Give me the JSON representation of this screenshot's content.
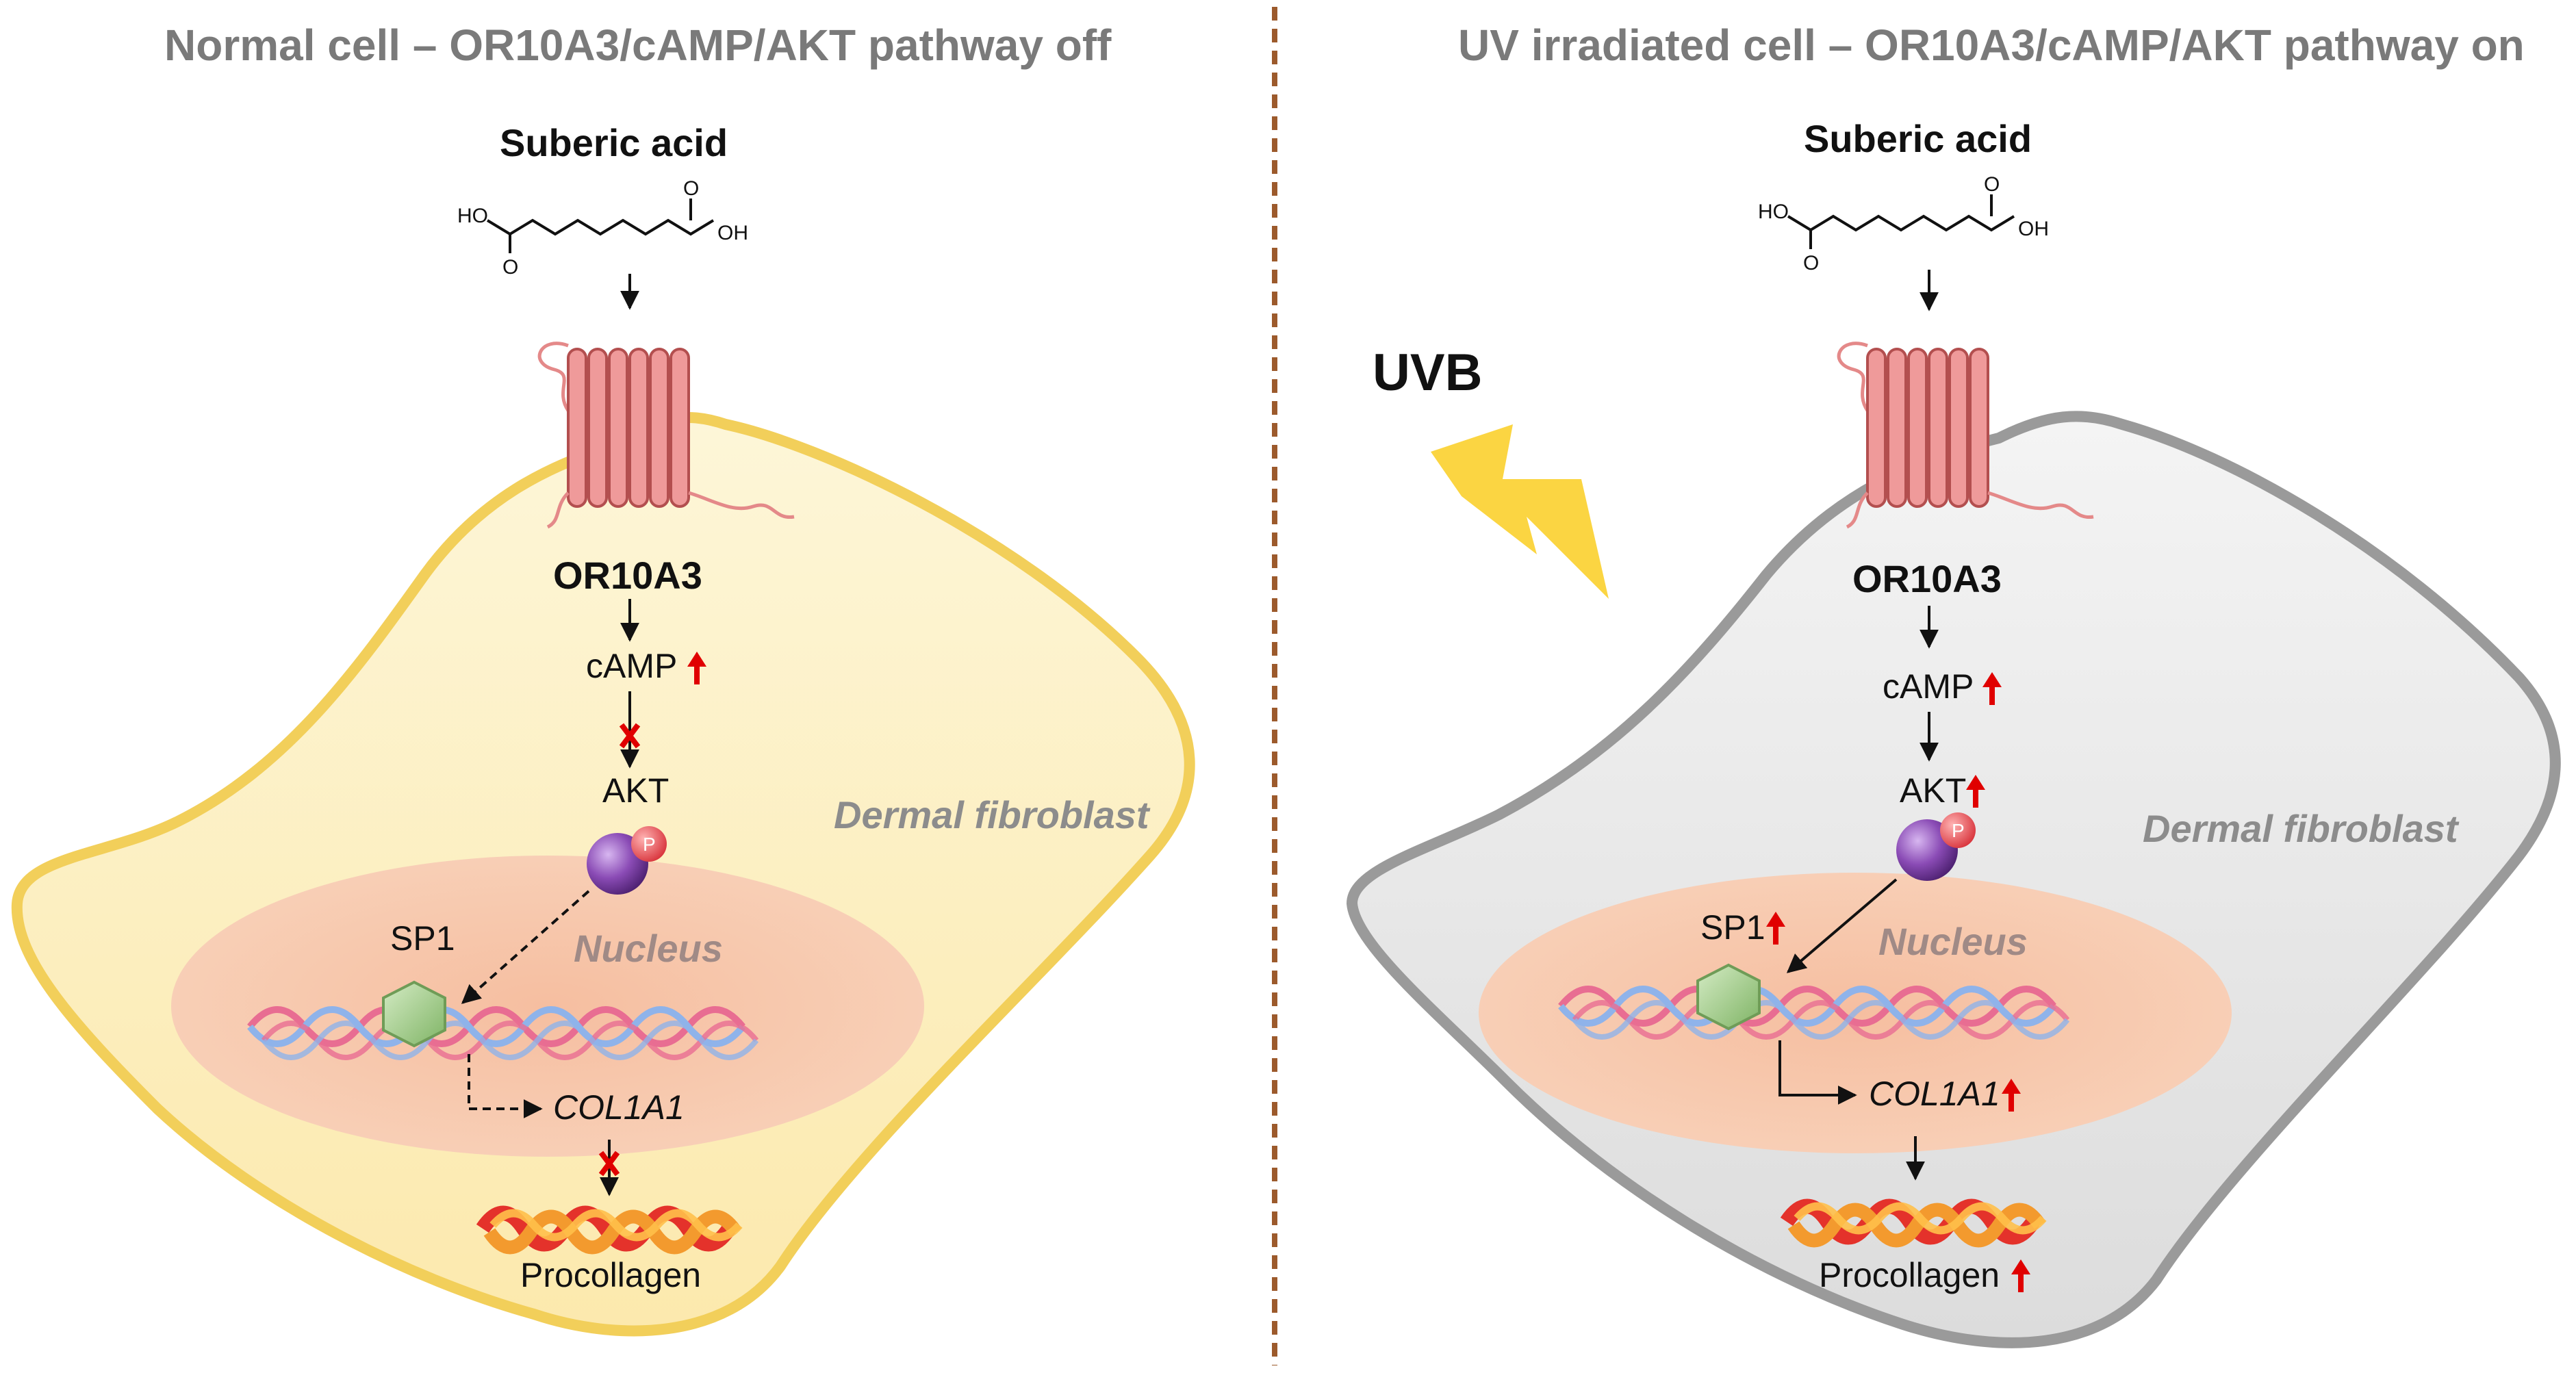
{
  "left_panel": {
    "title": "Normal cell – OR10A3/cAMP/AKT pathway off",
    "ligand": "Suberic acid",
    "ligand_ho": "HO",
    "ligand_oh": "OH",
    "ligand_o1": "O",
    "ligand_o2": "O",
    "receptor": "OR10A3",
    "camp": "cAMP",
    "akt": "AKT",
    "phospho": "P",
    "sp1": "SP1",
    "nucleus": "Nucleus",
    "gene": "COL1A1",
    "product": "Procollagen",
    "cell_type": "Dermal fibroblast"
  },
  "right_panel": {
    "title": "UV irradiated cell – OR10A3/cAMP/AKT pathway on",
    "ligand": "Suberic acid",
    "ligand_ho": "HO",
    "ligand_oh": "OH",
    "ligand_o1": "O",
    "ligand_o2": "O",
    "receptor": "OR10A3",
    "camp": "cAMP",
    "akt": "AKT",
    "phospho": "P",
    "sp1": "SP1",
    "nucleus": "Nucleus",
    "gene": "COL1A1",
    "product": "Procollagen",
    "cell_type": "Dermal fibroblast",
    "stimulus": "UVB"
  },
  "colors": {
    "normal_cell_fill": "#fdf3cc",
    "normal_cell_border": "#f2cf5a",
    "uv_cell_fill": "#eeeeee",
    "uv_cell_border": "#9a9a9a",
    "nucleus_fill": "#f7c9a8",
    "receptor": "#e48989",
    "up_arrow": "#e00000",
    "block_x": "#e00000",
    "divider": "#9c5a2c",
    "lightning": "#fbd542",
    "akt_sphere": "#8a4bb5",
    "sp1_hexagon": "#a6d08c"
  },
  "icons": [
    "up-arrow-icon",
    "block-x-icon",
    "lightning-icon"
  ]
}
